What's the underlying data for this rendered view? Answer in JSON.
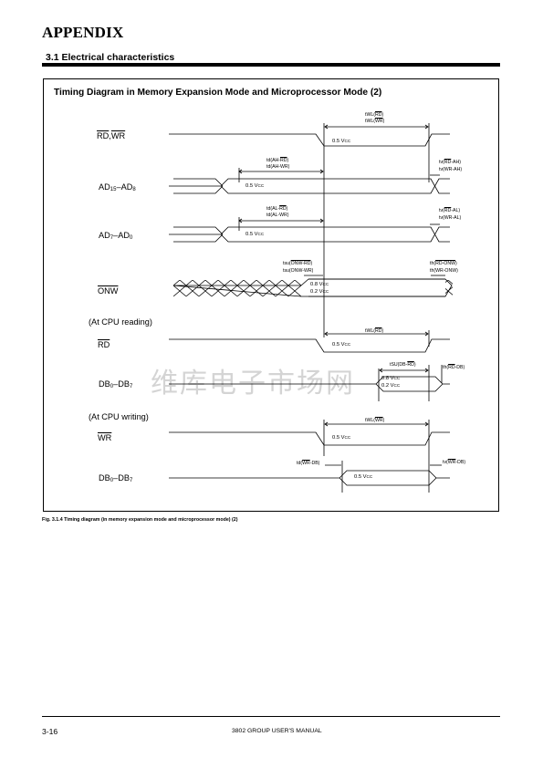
{
  "header": {
    "appendix": "APPENDIX",
    "section": "3.1 Electrical characteristics"
  },
  "figure": {
    "title": "Timing Diagram in Memory Expansion Mode and Microprocessor Mode (2)",
    "caption": "Fig. 3.1.4  Timing diagram (in memory expansion mode and microprocessor mode) (2)",
    "watermark": "维库电子市场网"
  },
  "signals": {
    "rd_wr": {
      "a": "RD",
      "sep": ",",
      "b": "WR"
    },
    "ad_high": {
      "p": "AD",
      "s1": "15",
      "m": "–AD",
      "s2": "8"
    },
    "ad_low": {
      "p": "AD",
      "s1": "7",
      "m": "–AD",
      "s2": "0"
    },
    "onw": "ONW",
    "cpu_reading": "(At CPU reading)",
    "rd": "RD",
    "db_read": {
      "p": "DB",
      "s1": "0",
      "m": "–DB",
      "s2": "7"
    },
    "cpu_writing": "(At CPU writing)",
    "wr": "WR",
    "db_write": {
      "p": "DB",
      "s1": "0",
      "m": "–DB",
      "s2": "7"
    }
  },
  "levels": {
    "half": {
      "v": "0.5 V",
      "u": "CC"
    },
    "high": {
      "v": "0.8 V",
      "u": "CC"
    },
    "low": {
      "v": "0.2 V",
      "u": "CC"
    }
  },
  "timing": {
    "twl_rd": {
      "t": "t",
      "s": "WL(",
      "o": "RD",
      "e": ")"
    },
    "twl_wr": {
      "t": "t",
      "s": "WL(",
      "o": "WR",
      "e": ")"
    },
    "td_ah_rd": {
      "t": "t",
      "s": "d(AH-",
      "o": "RD",
      "e": ")"
    },
    "td_ah_wr": {
      "t": "t",
      "s": "d(AH-WR)"
    },
    "tv_rd_ah": {
      "t": "t",
      "s": "v(",
      "o": "RD",
      "e": "-AH)"
    },
    "tv_wr_ah": {
      "t": "t",
      "s": "v(WR-AH)"
    },
    "td_al_rd": {
      "t": "t",
      "s": "d(AL-",
      "o": "RD",
      "e": ")"
    },
    "td_al_wr": {
      "t": "t",
      "s": "d(AL-WR)"
    },
    "tv_rd_al": {
      "t": "t",
      "s": "v(",
      "o": "RD",
      "e": "-AL)"
    },
    "tv_wr_al": {
      "t": "t",
      "s": "v(WR-AL)"
    },
    "tsu_onw_rd": {
      "t": "t",
      "s": "su(",
      "o": "ONW-RD",
      "e": ")"
    },
    "tsu_onw_wr": {
      "t": "t",
      "s": "su(ONW-WR)"
    },
    "th_rd_onw": {
      "t": "t",
      "s": "h(",
      "o": "RD-ONW",
      "e": ")"
    },
    "th_wr_onw": {
      "t": "t",
      "s": "h(WR-ONW)"
    },
    "twl_rd2": {
      "t": "t",
      "s": "WL(",
      "o": "RD",
      "e": ")"
    },
    "tsu_db_rd": {
      "t": "t",
      "s": "SU(DB-",
      "o": "RD",
      "e": ")"
    },
    "th_rd_db": {
      "t": "t",
      "s": "h(",
      "o": "RD",
      "e": "-DB)"
    },
    "twl_wr2": {
      "t": "t",
      "s": "WL(",
      "o": "WR",
      "e": ")"
    },
    "td_wr_db": {
      "t": "t",
      "s": "d(",
      "o": "WR",
      "e": "-DB)"
    },
    "tv_wr_db": {
      "t": "t",
      "s": "v(",
      "o": "WR",
      "e": "-DB)"
    }
  },
  "footer": {
    "page": "3-16",
    "manual": "3802 GROUP USER'S MANUAL"
  }
}
